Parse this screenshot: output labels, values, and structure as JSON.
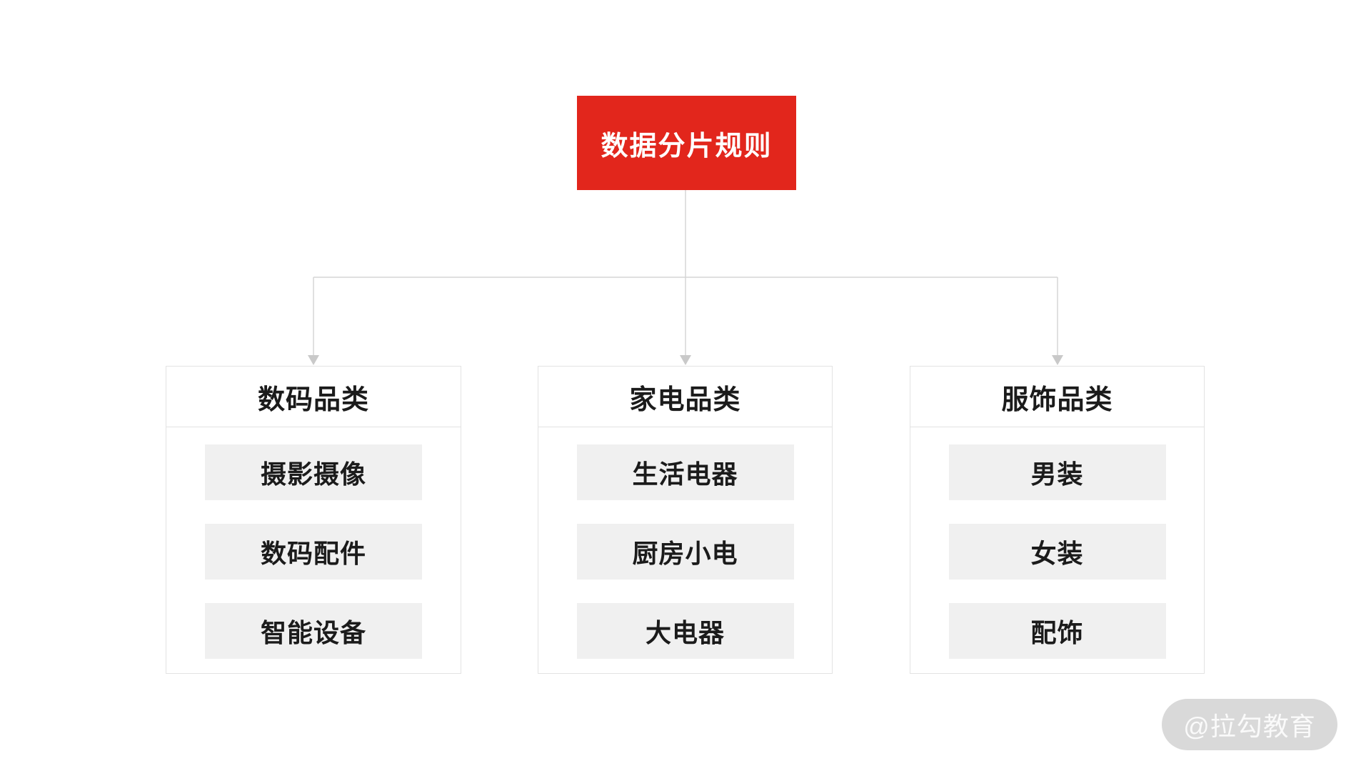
{
  "root": {
    "title": "数据分片规则"
  },
  "categories": [
    {
      "title": "数码品类",
      "items": [
        "摄影摄像",
        "数码配件",
        "智能设备"
      ]
    },
    {
      "title": "家电品类",
      "items": [
        "生活电器",
        "厨房小电",
        "大电器"
      ]
    },
    {
      "title": "服饰品类",
      "items": [
        "男装",
        "女装",
        "配饰"
      ]
    }
  ],
  "watermark": {
    "text": "@拉勾教育"
  },
  "colors": {
    "accent_red": "#e2261c",
    "line_gray": "#d6d6d6",
    "arrow_gray": "#c9c9c9",
    "box_border": "#e3e3e3",
    "item_bg": "#f0f0f0",
    "text_dark": "#1b1b1b",
    "watermark_bg": "#d9d9d9",
    "watermark_text": "#fafafa"
  }
}
